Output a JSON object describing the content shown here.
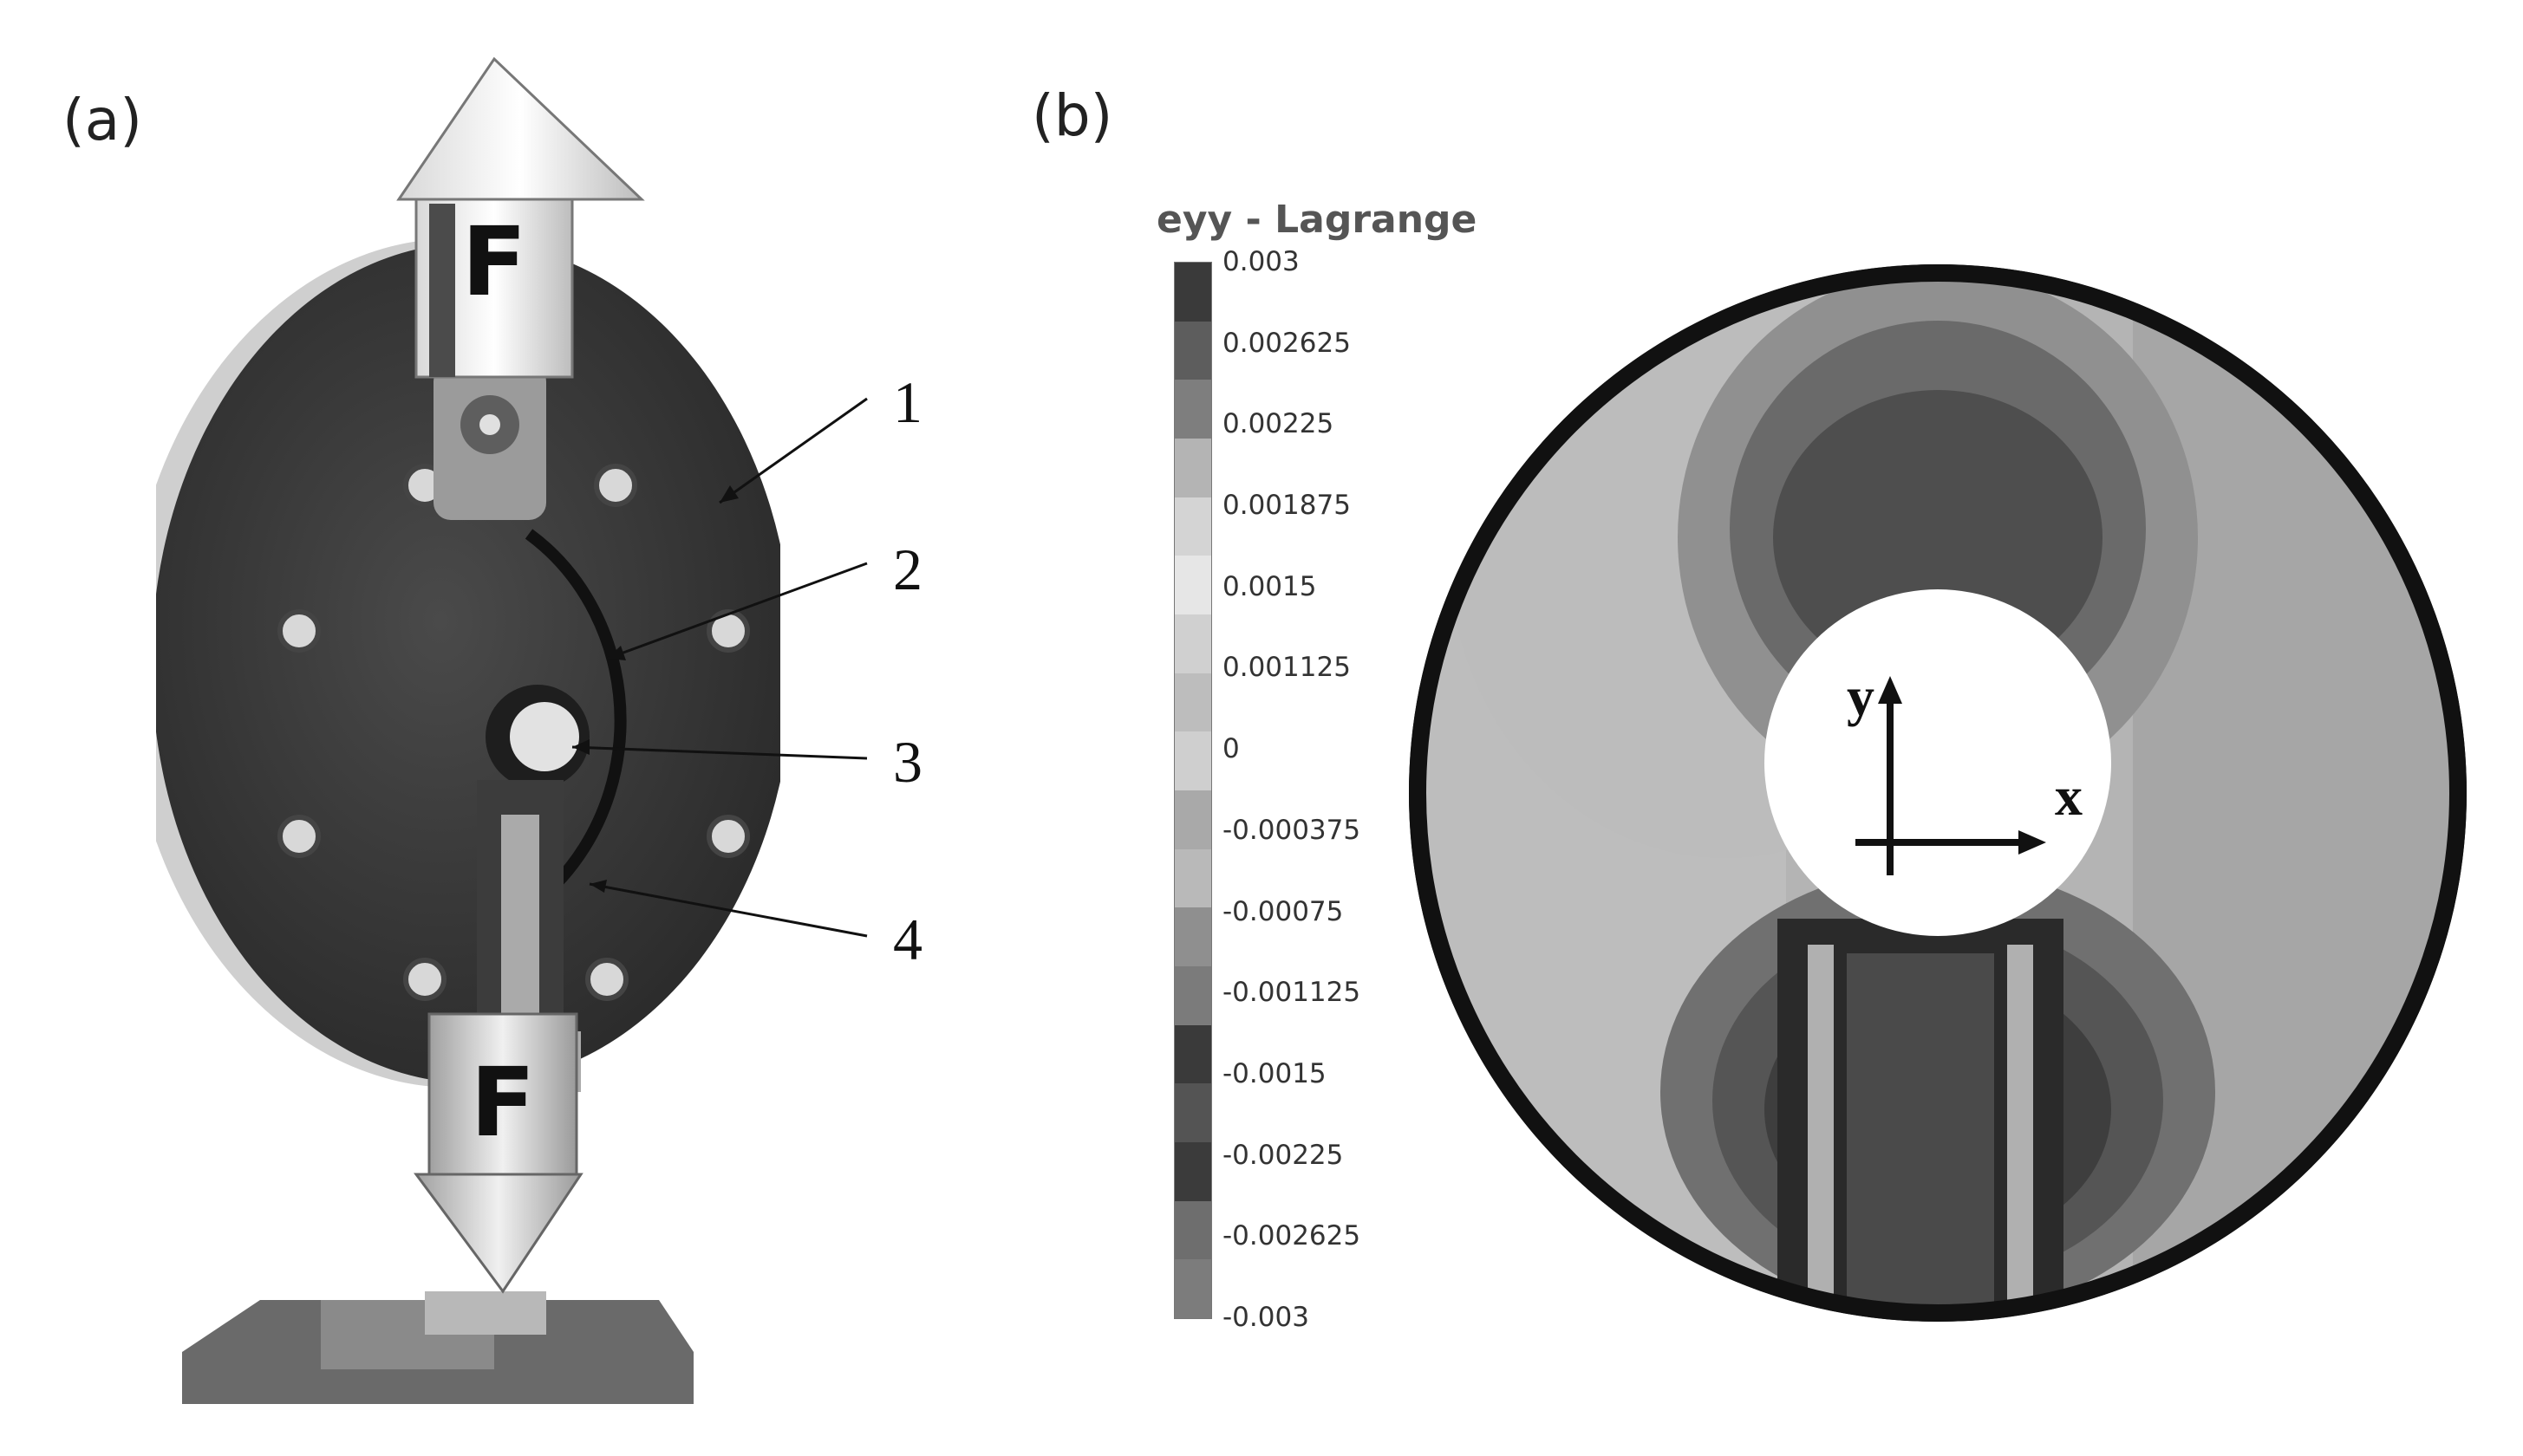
{
  "panels": {
    "a": {
      "label": "(a)"
    },
    "b": {
      "label": "(b)"
    }
  },
  "photo": {
    "force_label_top": "F",
    "force_label_bottom": "F",
    "callouts": [
      "1",
      "2",
      "3",
      "4"
    ]
  },
  "colorbar": {
    "title": "eyy - Lagrange",
    "ticks": [
      "0.003",
      "0.002625",
      "0.00225",
      "0.001875",
      "0.0015",
      "0.001125",
      "0",
      "-0.000375",
      "-0.00075",
      "-0.001125",
      "-0.0015",
      "-0.00225",
      "-0.002625",
      "-0.003"
    ],
    "segment_colors": [
      "#3a3a3a",
      "#5d5d5d",
      "#7e7e7e",
      "#b4b4b4",
      "#d4d4d4",
      "#e6e6e6",
      "#d0d0d0",
      "#bdbdbd",
      "#cfcfcf",
      "#a9a9a9",
      "#b9b9b9",
      "#8f8f8f",
      "#7b7b7b",
      "#3a3a3a",
      "#545454",
      "#3b3b3b",
      "#6e6e6e",
      "#7c7c7c"
    ]
  },
  "field": {
    "axis_x": "x",
    "axis_y": "y"
  }
}
